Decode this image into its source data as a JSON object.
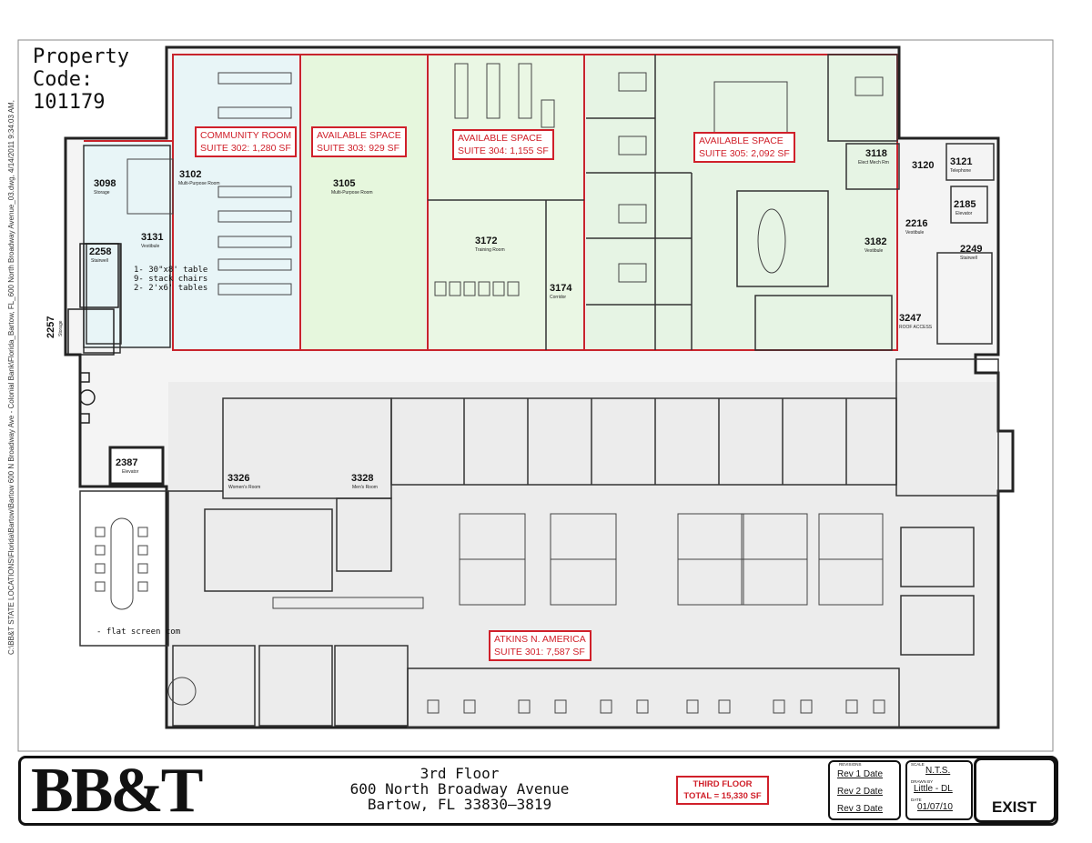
{
  "property_code": {
    "line1": "Property",
    "line2": "Code:",
    "line3": "101179"
  },
  "suites": [
    {
      "line1": "COMMUNITY ROOM",
      "line2": "SUITE 302: 1,280 SF"
    },
    {
      "line1": "AVAILABLE SPACE",
      "line2": "SUITE 303: 929 SF"
    },
    {
      "line1": "AVAILABLE SPACE",
      "line2": "SUITE 304: 1,155 SF"
    },
    {
      "line1": "AVAILABLE SPACE",
      "line2": "SUITE 305: 2,092 SF"
    },
    {
      "line1": "ATKINS N. AMERICA",
      "line2": "SUITE 301: 7,587 SF"
    }
  ],
  "rooms": [
    {
      "number": "3098",
      "name": "Storage"
    },
    {
      "number": "3102",
      "name": "Multi-Purpose Room"
    },
    {
      "number": "3131",
      "name": "Vestibule"
    },
    {
      "number": "2258",
      "name": "Stairwell"
    },
    {
      "number": "2257",
      "name": "Storage"
    },
    {
      "number": "3105",
      "name": "Multi-Purpose Room"
    },
    {
      "number": "3172",
      "name": "Training Room"
    },
    {
      "number": "3174",
      "name": "Corridor"
    },
    {
      "number": "3118",
      "name": "Elect Mech Rm"
    },
    {
      "number": "3120",
      "name": ""
    },
    {
      "number": "3121",
      "name": "Telephone"
    },
    {
      "number": "2185",
      "name": "Elevator"
    },
    {
      "number": "2216",
      "name": "Vestibule"
    },
    {
      "number": "3182",
      "name": "Vestibule"
    },
    {
      "number": "2249",
      "name": "Stairwell"
    },
    {
      "number": "3247",
      "name": "ROOF ACCESS"
    },
    {
      "number": "2387",
      "name": "Elevator"
    },
    {
      "number": "3326",
      "name": "Women's Room"
    },
    {
      "number": "3328",
      "name": "Men's Room"
    }
  ],
  "notes": {
    "tables": [
      "1- 30\"x8' table",
      "9- stack chairs",
      "2- 2'x6' tables"
    ],
    "flat_screen": "- flat screen com"
  },
  "sidebar_path": "C:\\BB&T STATE LOCATIONS\\Florida\\Bartow\\Bartow 600 N Broadway Ave - Colonial Bank\\Florida_Bartow, FL_600 North Broadway Avenue_03.dwg, 4/14/2011 9:34:03 AM,",
  "title_block": {
    "logo": "BB&T",
    "floor": "3rd Floor",
    "street": "600 North Broadway Avenue",
    "city": "Bartow, FL   33830—3819",
    "total_line1": "THIRD FLOOR",
    "total_line2": "TOTAL = 15,330 SF",
    "revisions_label": "REVISIONS",
    "revisions": [
      "Rev 1 Date",
      "Rev 2 Date",
      "Rev 3 Date"
    ],
    "scale_label": "SCALE",
    "scale": "N.T.S.",
    "drawn_label": "DRAWN BY",
    "drawn_by": "Little - DL",
    "date_label": "DATE",
    "date": "01/07/10",
    "status": "EXIST"
  },
  "colors": {
    "suite302": "#e8f5f7",
    "suite303": "#e6f7dd",
    "suite304": "#eaf7e4",
    "suite305": "#e6f4e4",
    "suite301": "#ececec",
    "label_red": "#d0202a",
    "wall_red": "#c8242c"
  }
}
